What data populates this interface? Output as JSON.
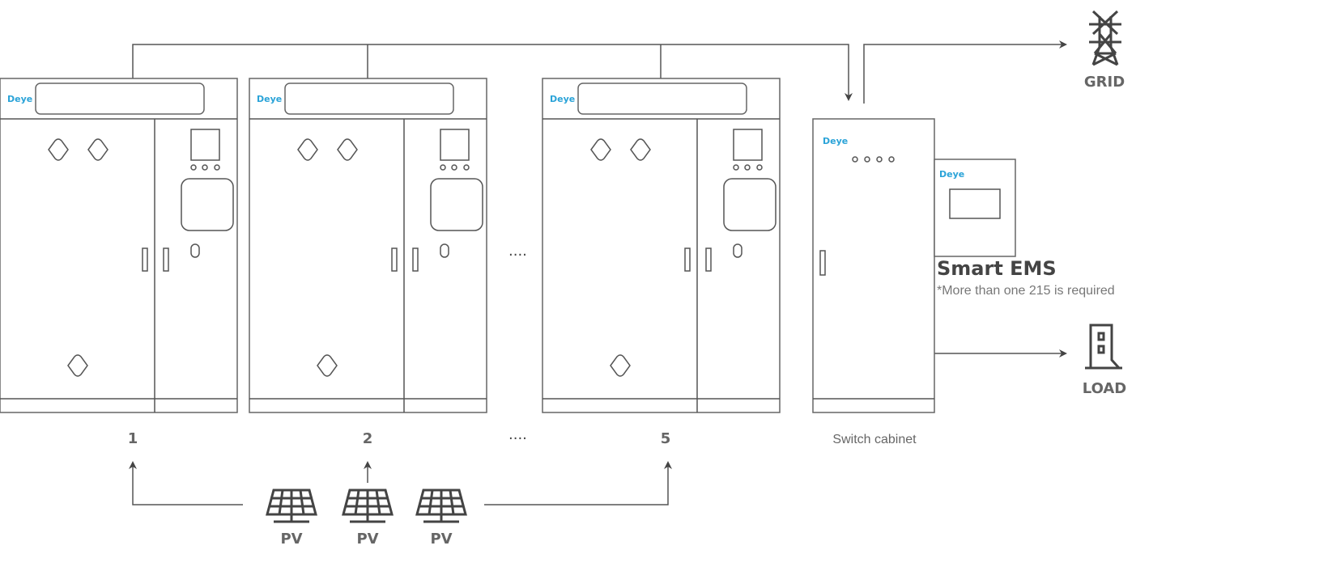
{
  "brand": "Deye",
  "inverters": [
    {
      "label": "1"
    },
    {
      "label": "2"
    },
    {
      "label": "5"
    }
  ],
  "ellipsis": "....",
  "switch_cabinet": {
    "label": "Switch cabinet"
  },
  "ems": {
    "title": "Smart EMS",
    "note": "*More than one 215 is required"
  },
  "grid": {
    "label": "GRID"
  },
  "load": {
    "label": "LOAD"
  },
  "pv": [
    {
      "label": "PV"
    },
    {
      "label": "PV"
    },
    {
      "label": "PV"
    }
  ],
  "colors": {
    "line": "#555555",
    "brand": "#2aa3d8",
    "label": "#666666"
  }
}
